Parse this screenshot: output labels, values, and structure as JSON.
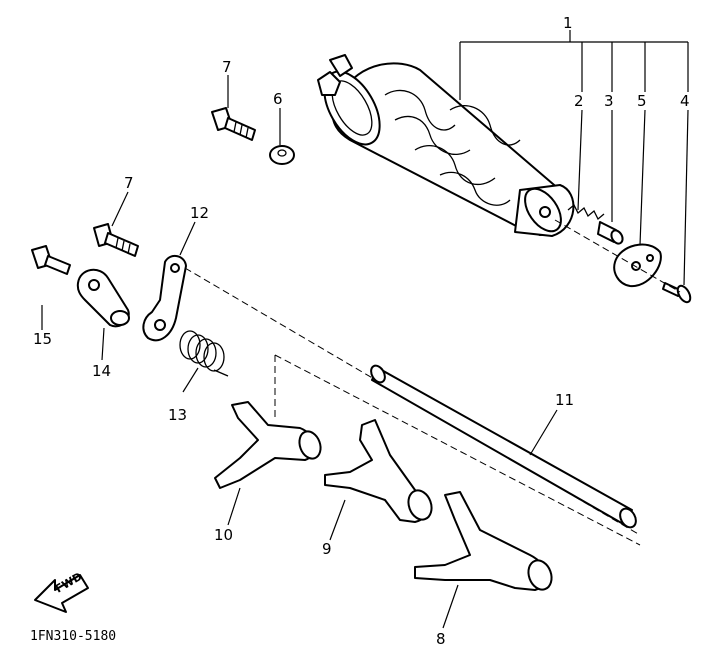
{
  "diagram": {
    "callouts": {
      "c1": "1",
      "c2": "2",
      "c3": "3",
      "c4": "4",
      "c5": "5",
      "c6": "6",
      "c7a": "7",
      "c7b": "7",
      "c8": "8",
      "c9": "9",
      "c10": "10",
      "c11": "11",
      "c12": "12",
      "c13": "13",
      "c14": "14",
      "c15": "15"
    },
    "fwd_label": "FWD",
    "drawing_code": "1FN310-5180"
  }
}
